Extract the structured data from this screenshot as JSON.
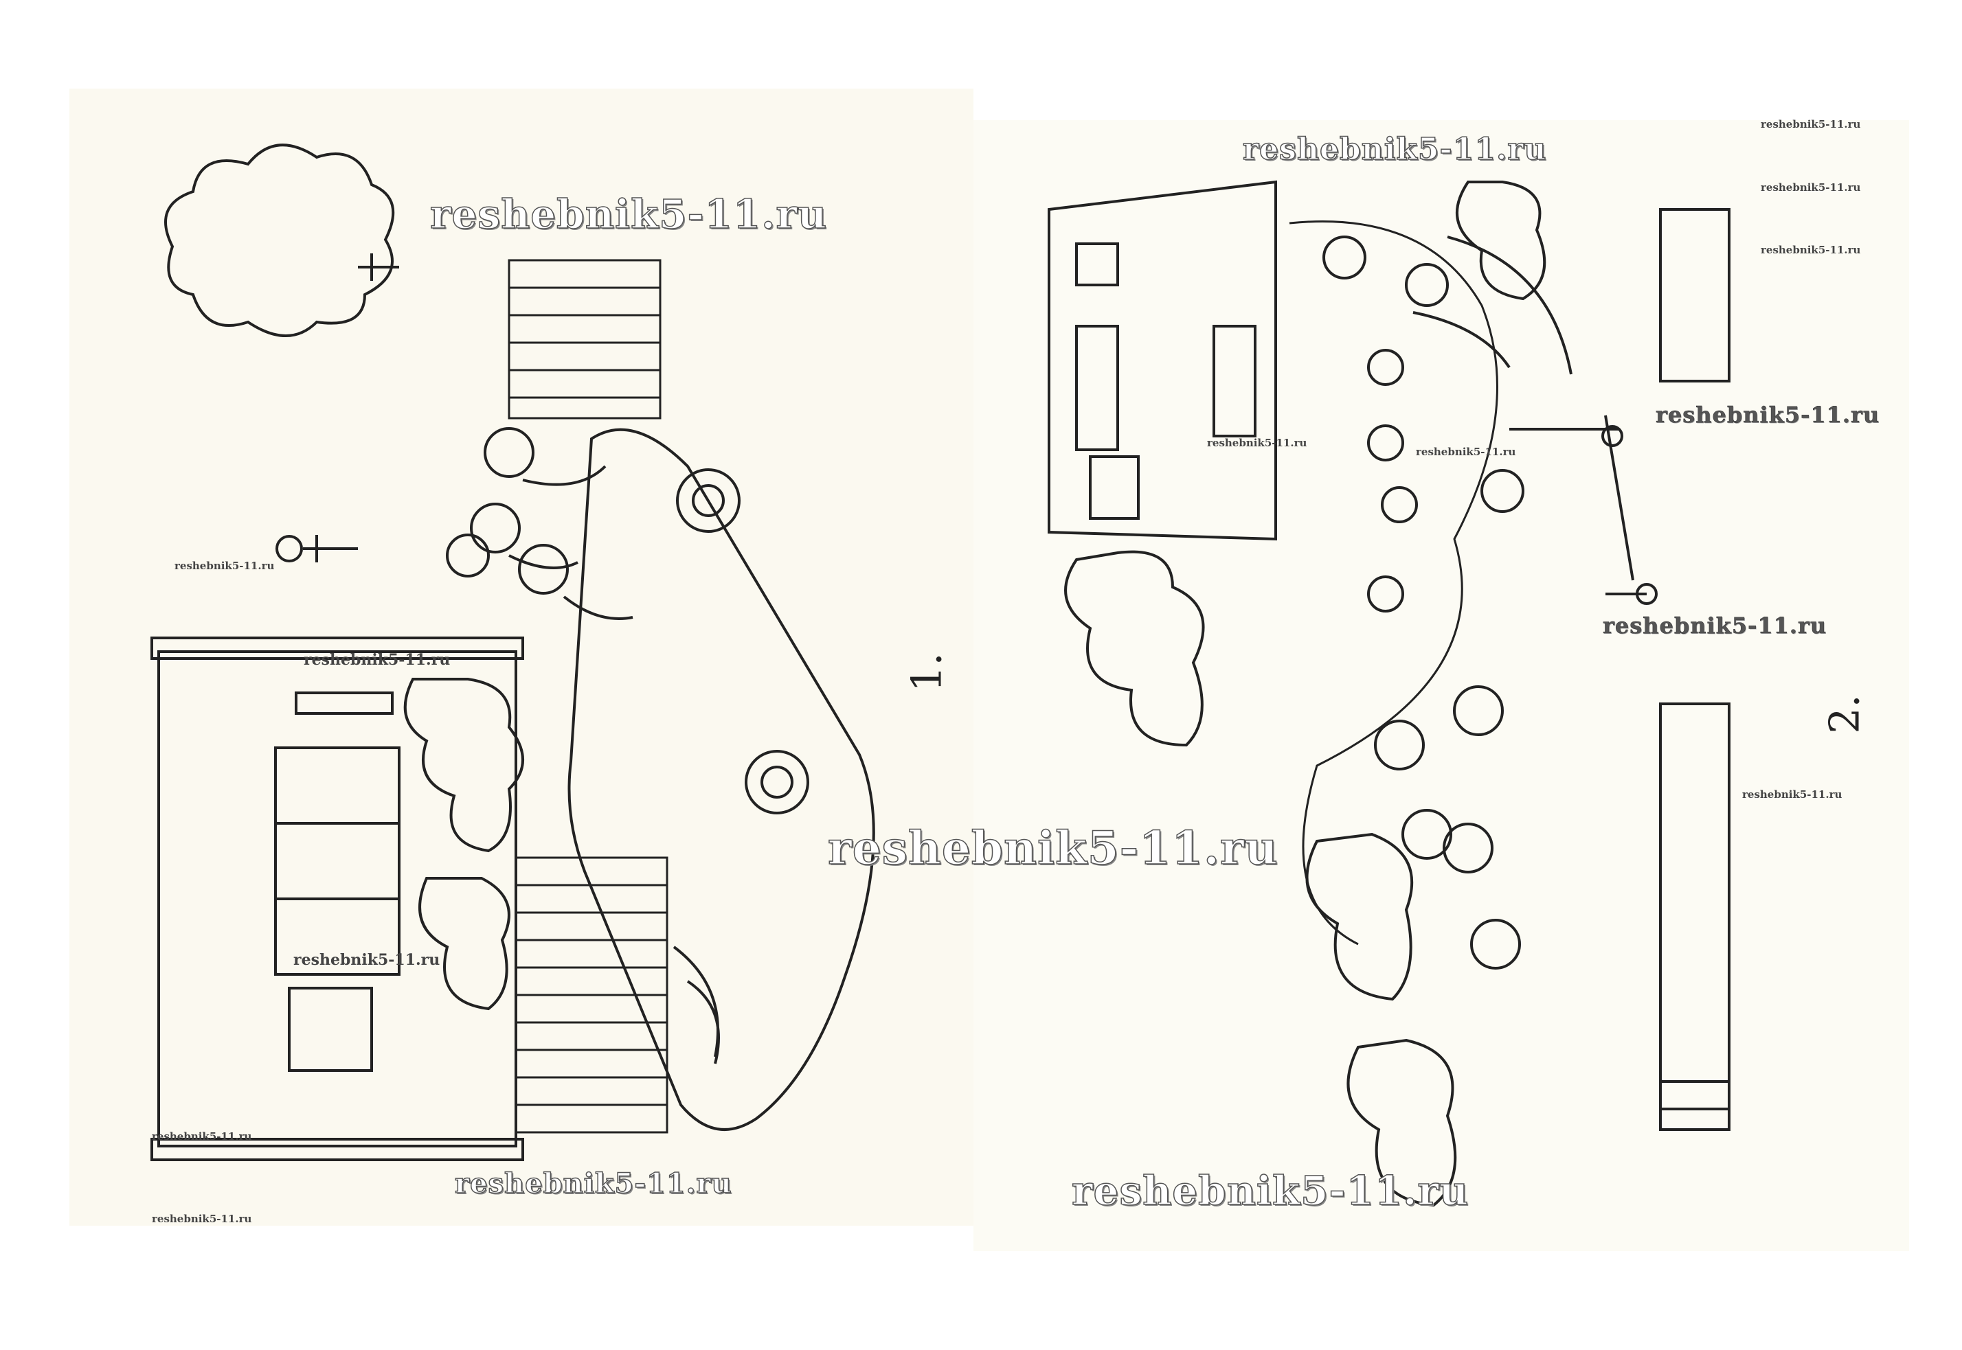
{
  "watermark": "reshebnik5-11.ru",
  "pictures": [
    {
      "number": "1."
    },
    {
      "number": "2."
    }
  ]
}
